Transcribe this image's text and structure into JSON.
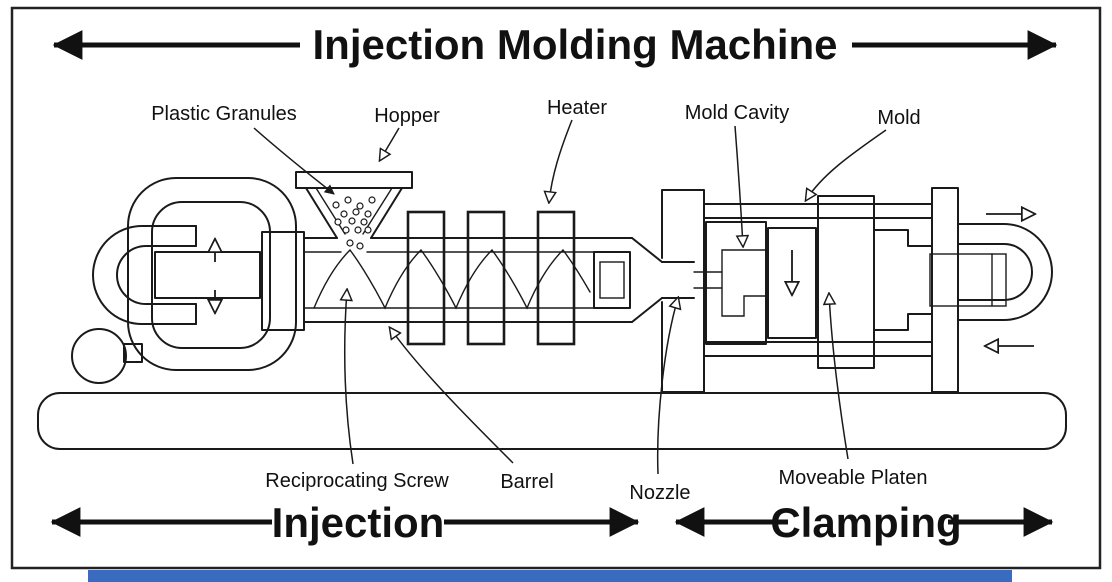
{
  "diagram": {
    "title": "Injection Molding Machine",
    "labels": {
      "plastic_granules": "Plastic Granules",
      "hopper": "Hopper",
      "heater": "Heater",
      "mold_cavity": "Mold Cavity",
      "mold": "Mold",
      "reciprocating_screw": "Reciprocating Screw",
      "barrel": "Barrel",
      "nozzle": "Nozzle",
      "moveable_platen": "Moveable Platen"
    },
    "sections": {
      "injection": "Injection",
      "clamping": "Clamping"
    },
    "colors": {
      "line": "#1a1a1a",
      "background": "#ffffff",
      "accent_bar": "#3a6bbf"
    }
  }
}
